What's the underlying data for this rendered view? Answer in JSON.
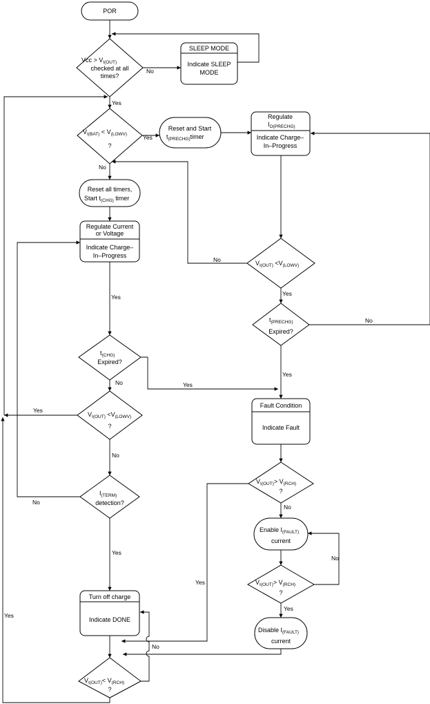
{
  "nodes": {
    "por": {
      "label": "POR"
    },
    "vcc_check": {
      "line1_a": "Vcc > V",
      "line1_sub": "I(OUT)",
      "line2": "checked at all",
      "line3": "times?"
    },
    "sleep": {
      "title": "SLEEP MODE",
      "line1": "Indicate SLEEP",
      "line2": "MODE"
    },
    "vbat_check": {
      "a": "V",
      "a_sub": "I(BAT)",
      "op": " < V",
      "b_sub": "(LOWV)",
      "q": "?"
    },
    "reset_pre": {
      "line1": "Reset and Start",
      "line2_a": "t",
      "line2_sub": "(PRECHG)",
      "line2_b": "timer"
    },
    "reg_pre": {
      "line1": "Regulate",
      "line2_a": "I",
      "line2_sub": "O(PRECHG)",
      "line3": "Indicate Charge–",
      "line4": "In–Progress"
    },
    "reset_all": {
      "line1": "Reset all timers,",
      "line2_a": "Start t",
      "line2_sub": "(CHG)",
      "line2_b": " timer"
    },
    "reg_cv": {
      "line1": "Regulate Current",
      "line2": "or Voltage",
      "line3": "Indicate Charge–",
      "line4": "In–Progress"
    },
    "vout_lowv_pre": {
      "a": "V",
      "a_sub": "I(OUT)",
      "op": "  <V",
      "b_sub": "(LOWV)"
    },
    "tprechg_exp": {
      "a": "t",
      "a_sub": "(PRECHG)",
      "line2": "Expired?"
    },
    "tchg_exp": {
      "a": "t",
      "a_sub": "(CHG)",
      "line2": "Expired?"
    },
    "vout_lowv": {
      "a": "V",
      "a_sub": "I(OUT)",
      "op": " <V",
      "b_sub": "(LOWV)",
      "q": "?"
    },
    "fault": {
      "title": "Fault Condition",
      "line1": "Indicate Fault"
    },
    "vout_rch1": {
      "a": "V",
      "a_sub": "I(OUT)",
      "op": "> V",
      "b_sub": "(RCH)",
      "q": "?"
    },
    "iterm": {
      "a": "I",
      "a_sub": "(TERM)",
      "line2": "detection?"
    },
    "enable_fault": {
      "line1_a": "Enable I",
      "line1_sub": "(FAULT)",
      "line2": "current"
    },
    "vout_rch2": {
      "a": "V",
      "a_sub": "I(OUT)",
      "op": "> V",
      "b_sub": "(RCH)",
      "q": "?"
    },
    "turn_off": {
      "title": "Turn off charge",
      "line1": "Indicate DONE"
    },
    "disable_fault": {
      "line1_a": "Disable I",
      "line1_sub": "(FAULT)",
      "line2": "current"
    },
    "vout_rch3": {
      "a": "V",
      "a_sub": "I(OUT)",
      "op": "< V",
      "b_sub": "(RCH)",
      "q": "?"
    }
  },
  "edges": {
    "yes": "Yes",
    "no": "No"
  }
}
